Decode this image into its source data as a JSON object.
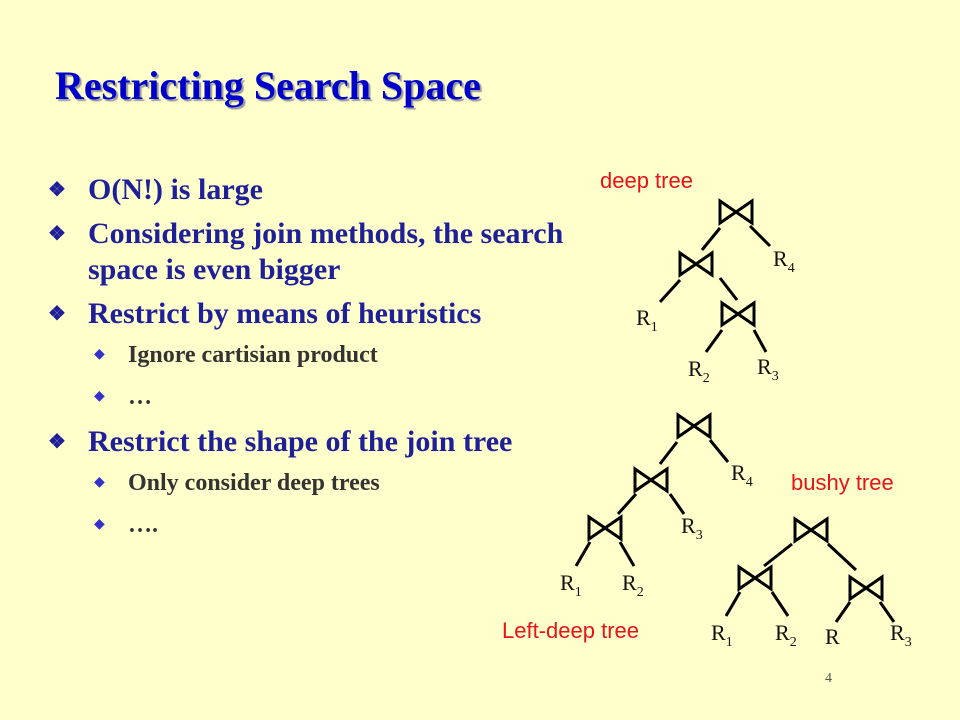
{
  "slide": {
    "title": "Restricting Search Space",
    "page_number": "4",
    "bullets": [
      {
        "text": "O(N!) is large"
      },
      {
        "text": "Considering join methods, the search space is even bigger"
      },
      {
        "text": "Restrict by means of heuristics",
        "sub": [
          "Ignore cartisian product",
          "…"
        ]
      },
      {
        "text": "Restrict the shape of the join tree",
        "sub": [
          "Only consider deep trees",
          "…."
        ]
      }
    ],
    "diagram": {
      "deep_tree_label": "deep tree",
      "left_deep_tree_label": "Left-deep tree",
      "bushy_tree_label": "bushy tree",
      "rel_letter": "R",
      "sub1": "1",
      "sub2": "2",
      "sub3": "3",
      "sub4": "4"
    }
  }
}
